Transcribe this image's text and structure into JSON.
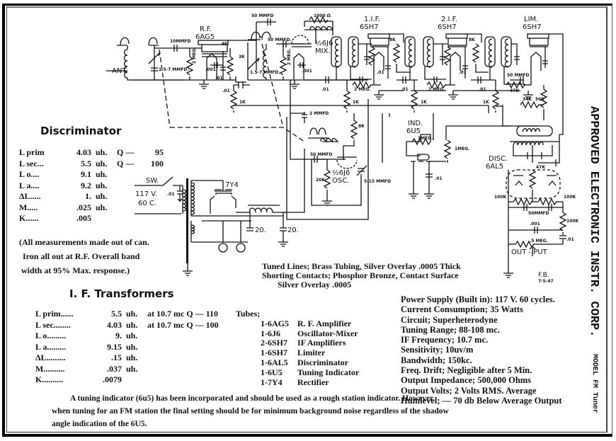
{
  "document": {
    "company": "APPROVED ELECTRONIC INSTR. CORP.",
    "model": "MODEL FM Tuner"
  },
  "schematic": {
    "tube_labels": {
      "rf": [
        "R.F.",
        "6AG5"
      ],
      "mix": [
        "½6J6",
        "MIX."
      ],
      "if1": [
        "1.I.F.",
        "6SH7"
      ],
      "if2": [
        "2.I.F.",
        "6SH7"
      ],
      "lim": [
        "LIM.",
        "6SH7"
      ],
      "osc": [
        "½6J6",
        "OSC."
      ],
      "ind": [
        "IND.",
        "6U5"
      ],
      "disc": [
        "DISC.",
        "6AL5"
      ],
      "rect": "7Y4"
    },
    "component_labels": {
      "ant": "ANT.",
      "c_10mmfd": "10MMFD",
      "c_15_7_a": "1.5-7 MMFD.",
      "r_2meg_a": "2 MEG.",
      "c_001_a": ".001",
      "c_01_a": ".01",
      "r_8k_a": "8K",
      "r_3k": "3K",
      "c_50mmfd_top": "50 MMFD",
      "c_15_7_b": "1.5-7 MMFD.",
      "c_50mmfd_b": "50 MMFD.",
      "r_2meg_b": "2 MEG.",
      "r_1000": "1000 Ω",
      "c_001_b": ".001",
      "c_01_b": ".01",
      "r_1k_a": "1K",
      "r_1k_b": "1K",
      "c_01_c": ".01",
      "c_2mmfd": "2 MMFD",
      "r_8k_b": "8K",
      "c_50mmfd_osc": "50 MMFD",
      "r_20k": "20K",
      "c_osc_var": "5-15 MMFD",
      "r_1meg_ind": "1MEG.",
      "r_1meg_b": "1MEG.",
      "c_01_ind": ".01",
      "if_r_2meg_1": "2 MEG.",
      "if_r_2meg_2": "2 MEG.",
      "if_r_8k_1": "8K",
      "if_r_8k_2": "8K",
      "if_r_1k_1": "1K",
      "if_r_1k_2": "1K",
      "if_c_01": ".01",
      "lim_r_47k": "47K",
      "lim_r_34k": "34K",
      "lim_r_56k": "56K",
      "lim_c_50": "50 MMFD",
      "disc_r_47k": "47K",
      "disc_r_100k_a": "100K",
      "disc_r_100k_b": "100K",
      "disc_r_100k_c": "100K",
      "disc_c_50": "50MMFD",
      "disc_c_001": ".001",
      "disc_r_5meg": ".5 MEG.",
      "disc_c_01": ".01",
      "out_put": "OUT - PUT",
      "sw": "SW.",
      "mains": "117 V.",
      "mains_freq": "60 C.",
      "sw_cap": ".01",
      "filter_c1": "20.",
      "filter_c2": "20.",
      "initials": "F.B.",
      "date": "7-5-47"
    }
  },
  "discriminator": {
    "title": "Discriminator",
    "rows": [
      {
        "name": "L prim",
        "value": "4.03",
        "unit": "uh.",
        "extra": "Q —",
        "q": "95"
      },
      {
        "name": "L sec... ",
        "value": "5.5",
        "unit": "uh.",
        "extra": "Q —",
        "q": "100"
      },
      {
        "name": "L o.... ",
        "value": "9.1",
        "unit": "uh.",
        "extra": "",
        "q": ""
      },
      {
        "name": "L a.... ",
        "value": "9.2",
        "unit": "uh.",
        "extra": "",
        "q": ""
      },
      {
        "name": "ΔL..... ",
        "value": "1.",
        "unit": "uh.",
        "extra": "",
        "q": ""
      },
      {
        "name": "M..... ",
        "value": ".025",
        "unit": "uh.",
        "extra": "",
        "q": ""
      },
      {
        "name": "K...... ",
        "value": ".005",
        "unit": "",
        "extra": "",
        "q": ""
      }
    ],
    "note": [
      "(All measurements made out of can.",
      "Iron all out at R.F. Overall band",
      "width at 95% Max. response.)"
    ]
  },
  "if_transformers": {
    "title": "I. F. Transformers",
    "rows": [
      {
        "name": "L prim......",
        "value": "5.5",
        "unit": "uh.",
        "extra": "at 10.7 mc Q — 110"
      },
      {
        "name": "L sec........",
        "value": "4.03",
        "unit": "uh.",
        "extra": "at 10.7 mc Q — 100"
      },
      {
        "name": "L o.........",
        "value": "9.",
        "unit": "uh.",
        "extra": ""
      },
      {
        "name": "L a.........",
        "value": "9.15",
        "unit": "uh.",
        "extra": ""
      },
      {
        "name": "ΔL.........",
        "value": ".15",
        "unit": "uh.",
        "extra": ""
      },
      {
        "name": "M..........",
        "value": ".037",
        "unit": "uh.",
        "extra": ""
      },
      {
        "name": "K..........",
        "value": ".0079",
        "unit": "",
        "extra": ""
      }
    ]
  },
  "tuned_lines": [
    "Tuned Lines; Brass Tubing, Silver Overlay .0005 Thick",
    "Shorting Contacts; Phosphor Bronze, Contact Surface",
    "Silver Overlay .0005"
  ],
  "tubes": {
    "title": "Tubes;",
    "rows": [
      {
        "qty_type": "1-6AG5",
        "function": "R. F. Amplifier"
      },
      {
        "qty_type": "1-6J6",
        "function": "Oscillator-Mixer"
      },
      {
        "qty_type": "2-6SH7",
        "function": "IF Amplifiers"
      },
      {
        "qty_type": "1-6SH7",
        "function": "Limiter"
      },
      {
        "qty_type": "1-6AL5",
        "function": "Discriminator"
      },
      {
        "qty_type": "1-6U5",
        "function": "Tuning Indicator"
      },
      {
        "qty_type": "1-7Y4",
        "function": "Rectifier"
      }
    ]
  },
  "specs": [
    "Power Supply (Built in): 117 V. 60 cycles.",
    "Current Consumption; 35 Watts",
    "Circuit; Superheterodyne",
    "Tuning Range; 88-108 mc.",
    "IF Frequency; 10.7 mc.",
    "Sensitivity; 10uv/m",
    "Bandwidth; 150kc.",
    "Freq. Drift; Negligible after 5 Min.",
    "Output Impedance; 500,000 Ohms",
    "Output Volts; 2 Volts RMS. Average",
    "Humlevel; — 70 db Below Average Output"
  ],
  "footer_paragraph": [
    "A tuning indicator (6u5) has been incorporated and should be used as a rough station indicator. However",
    "when tuning for an FM station the final setting should be for minimum background noise regardless of the shadow",
    "angle indication of the 6U5."
  ]
}
